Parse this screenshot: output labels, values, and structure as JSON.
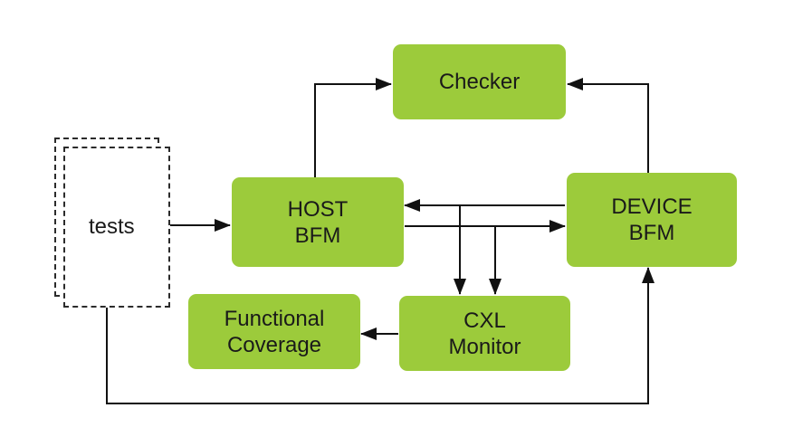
{
  "nodes": {
    "tests": "tests",
    "checker": "Checker",
    "host_bfm": "HOST\nBFM",
    "device_bfm": "DEVICE\nBFM",
    "cxl_monitor": "CXL\nMonitor",
    "functional_coverage": "Functional\nCoverage"
  },
  "colors": {
    "box_fill": "#9ccb3b",
    "line": "#111111",
    "dashed_border": "#2b2b2b"
  }
}
